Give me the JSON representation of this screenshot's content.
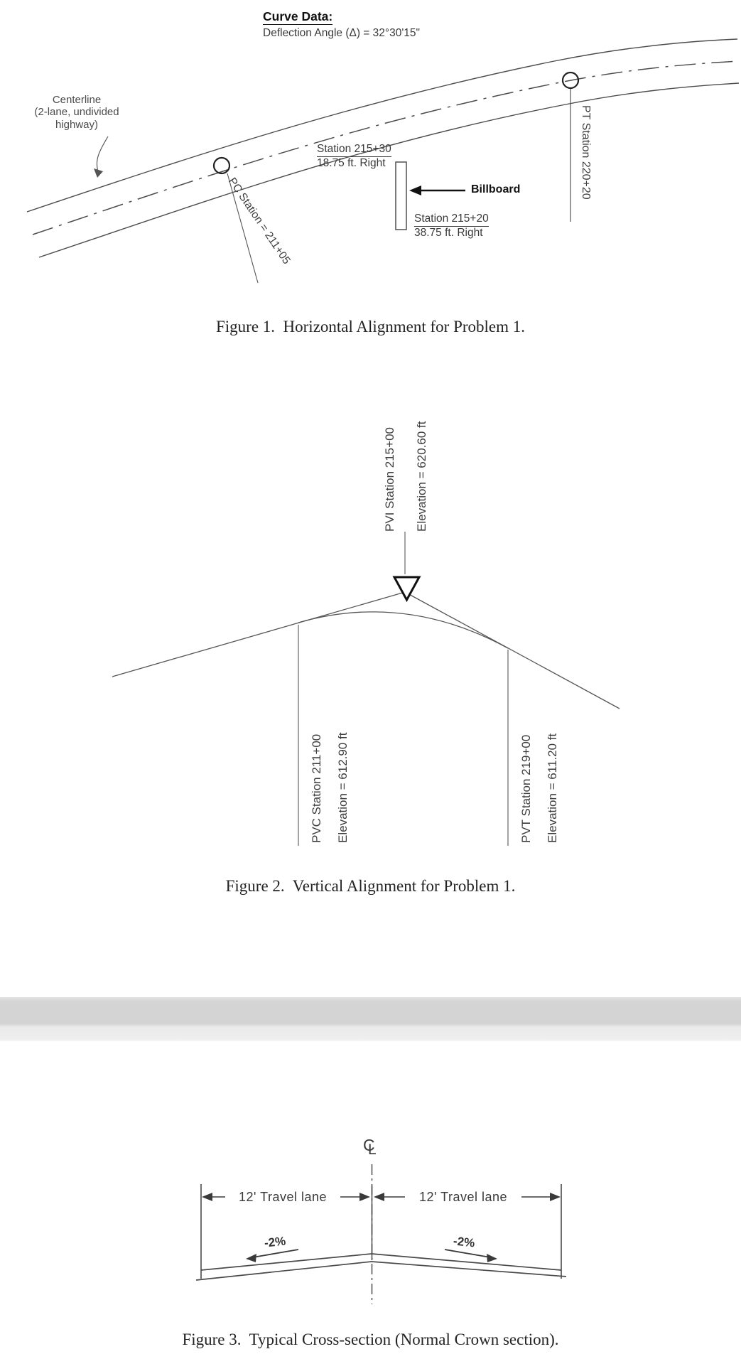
{
  "colors": {
    "ink": "#3a3a3a",
    "line": "#4c4c4c",
    "dark": "#111111",
    "divider": "#d5d5d5",
    "caption": "#232323"
  },
  "figure1": {
    "curve_data_title": "Curve Data:",
    "deflection_angle": "Deflection Angle (Δ) = 32°30'15\"",
    "centerline_label_1": "Centerline",
    "centerline_label_2": "(2-lane, undivided",
    "centerline_label_3": "highway)",
    "pc_label": "PC Station = 211+05",
    "pt_label": "PT Station 220+20",
    "station_upper": "Station 215+30",
    "offset_upper": "18.75 ft. Right",
    "billboard_label": "Billboard",
    "station_lower": "Station 215+20",
    "offset_lower": "38.75 ft. Right",
    "caption": "Figure 1.  Horizontal Alignment for Problem 1."
  },
  "figure2": {
    "pvi_station": "PVI Station 215+00",
    "pvi_elevation": "Elevation = 620.60 ft",
    "pvc_station": "PVC Station 211+00",
    "pvc_elevation": "Elevation = 612.90 ft",
    "pvt_station": "PVT Station 219+00",
    "pvt_elevation": "Elevation = 611.20 ft",
    "caption": "Figure 2.  Vertical Alignment for Problem 1."
  },
  "figure3": {
    "centerline_symbol_c": "C",
    "centerline_symbol_l": "L",
    "lane_left": "12' Travel lane",
    "lane_right": "12' Travel lane",
    "slope_left": "-2%",
    "slope_right": "-2%",
    "caption": "Figure 3.  Typical Cross-section (Normal Crown section)."
  }
}
